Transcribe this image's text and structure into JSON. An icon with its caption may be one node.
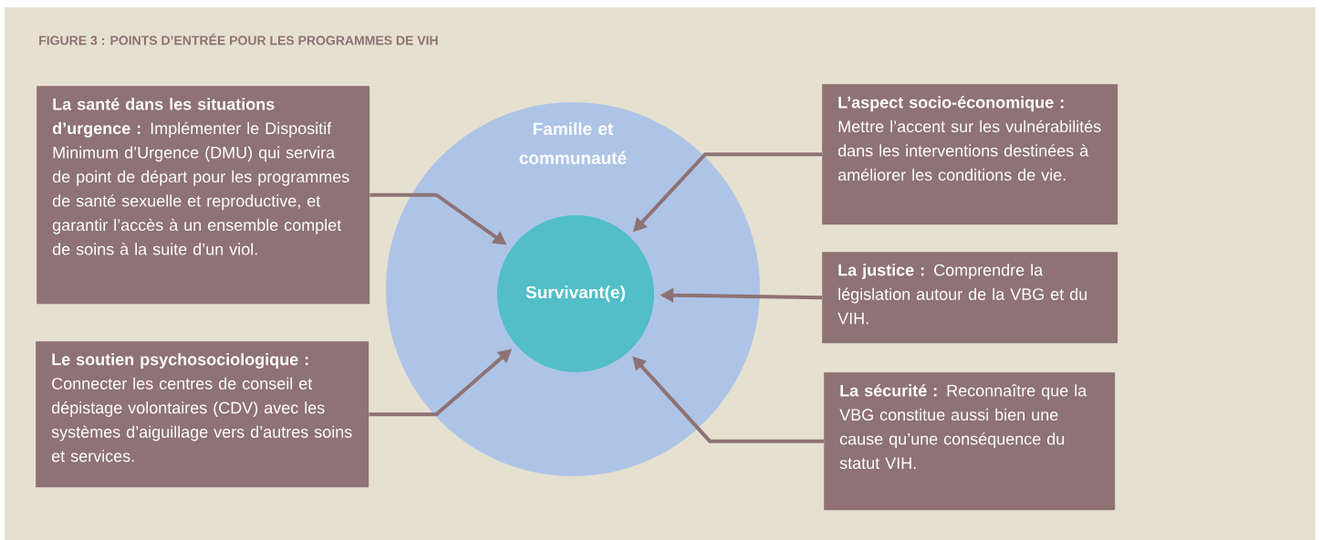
{
  "diagram": {
    "title": "FIGURE 3 : POINTS D’ENTRÉE POUR LES PROGRAMMES DE VIH",
    "nodes": [
      {
        "text": [
          "Famille et communauté"
        ]
      },
      {
        "text": [
          "Survivant(e)"
        ],
        "in": 0
      },
      {
        "text": [
          "**La santé dans les situations d’urgence :** Implémenter le Dispositif Minimum d’Urgence (DMU) qui servira de point de départ pour les programmes de santé sexuelle et reproductive, et garantir l’accès à un ensemble complet de soins à la suite d’un viol."
        ]
      },
      {
        "text": [
          "**L’aspect socio-économique :** Mettre l’accent sur les vulnérabilités dans les interventions destinées à améliorer les conditions de vie."
        ]
      },
      {
        "text": [
          "**La justice :** Comprendre la législation autour de la VBG et du VIH."
        ]
      },
      {
        "text": [
          "**Le soutien psychosociologique :** Connecter les centres de conseil et dépistage volontaires (CDV) avec les systèmes d’aiguillage vers d’autres soins et services."
        ]
      },
      {
        "text": [
          "**La sécurité :** Reconnaître que la VBG constitue aussi bien une cause qu’une conséquence du statut VIH."
        ]
      }
    ],
    "edges": [
      {
        "from": 2,
        "to": 1,
        "arrow": "to"
      },
      {
        "from": 3,
        "to": 1,
        "arrow": "to"
      },
      {
        "from": 4,
        "to": 1,
        "arrow": "to"
      },
      {
        "from": 5,
        "to": 1,
        "arrow": "to"
      },
      {
        "from": 6,
        "to": 1,
        "arrow": "to"
      }
    ]
  }
}
